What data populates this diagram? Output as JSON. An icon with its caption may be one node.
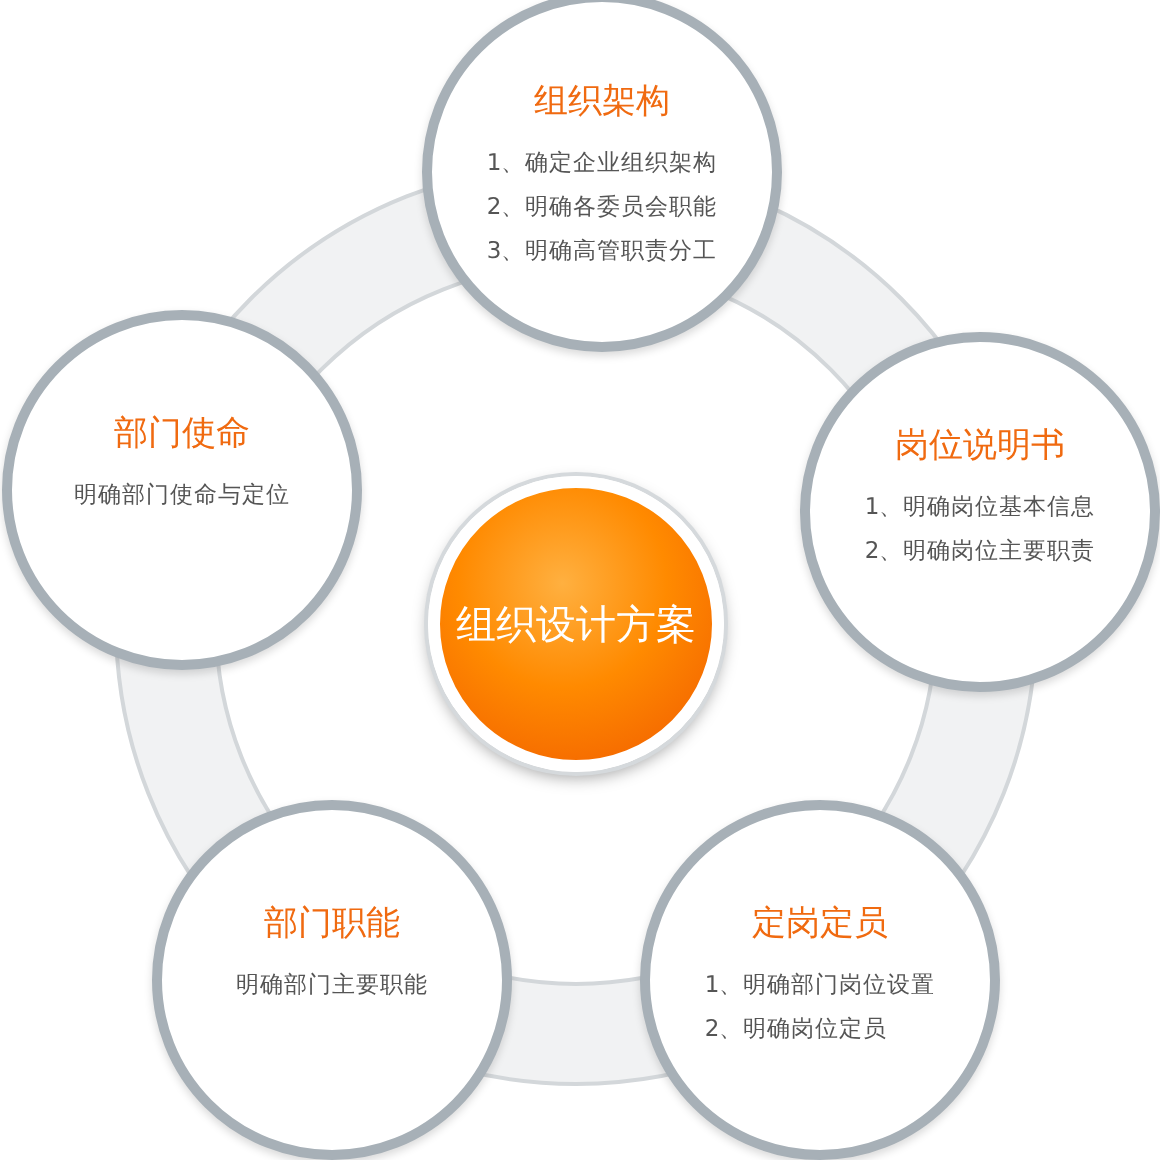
{
  "diagram": {
    "nodes": [
      {
        "text": [
          "组织设计方案"
        ]
      },
      {
        "text": [
          "组织架构",
          "1、确定企业组织架构",
          "2、明确各委员会职能",
          "3、明确高管职责分工"
        ]
      },
      {
        "text": [
          "部门使命",
          "明确部门使命与定位"
        ]
      },
      {
        "text": [
          "岗位说明书",
          "1、明确岗位基本信息",
          "2、明确岗位主要职责"
        ]
      },
      {
        "text": [
          "部门职能",
          "明确部门主要职能"
        ]
      },
      {
        "text": [
          "定岗定员",
          "1、明确部门岗位设置",
          "2、明确岗位定员"
        ]
      }
    ]
  }
}
